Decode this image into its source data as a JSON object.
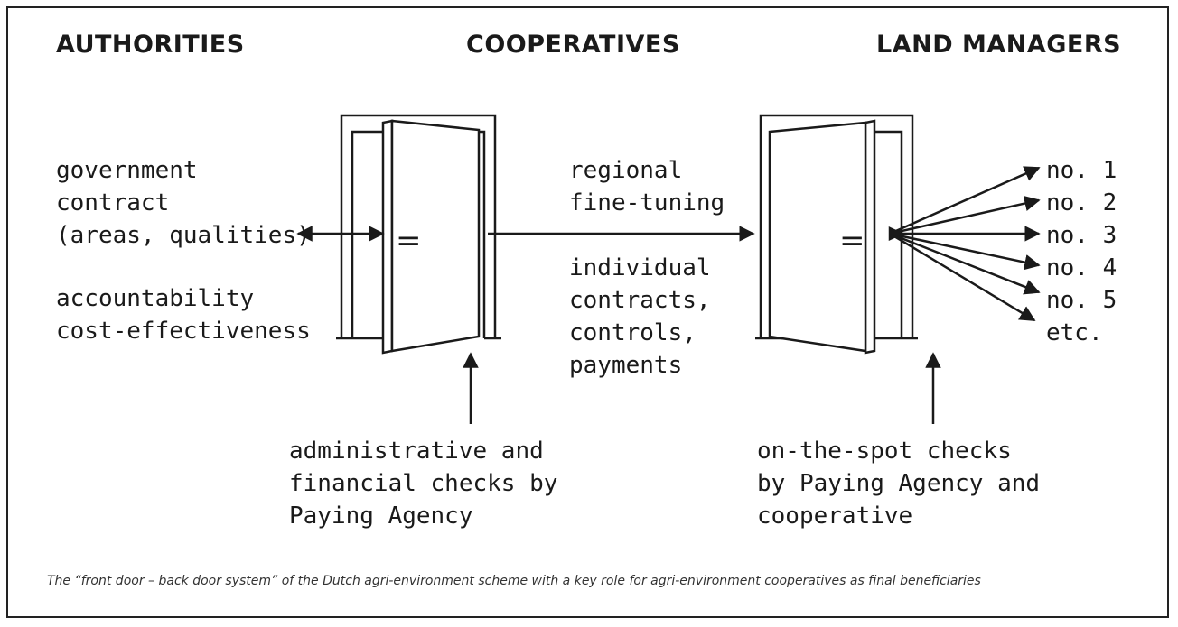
{
  "headers": {
    "authorities": "AUTHORITIES",
    "cooperatives": "COOPERATIVES",
    "land_managers": "LAND MANAGERS"
  },
  "left_block": {
    "contract_lines": [
      "government",
      "contract",
      "(areas, qualities)"
    ],
    "account_lines": [
      "accountability",
      "cost-effectiveness"
    ]
  },
  "middle_block": {
    "tuning_lines": [
      "regional",
      "fine-tuning"
    ],
    "contract_lines": [
      "individual",
      "contracts,",
      "controls,",
      "payments"
    ]
  },
  "beneficiaries": [
    "no. 1",
    "no. 2",
    "no. 3",
    "no. 4",
    "no. 5",
    "etc."
  ],
  "checks": {
    "front": [
      "administrative and",
      "financial checks by",
      "Paying Agency"
    ],
    "back": [
      "on-the-spot checks",
      "by Paying Agency and",
      "cooperative"
    ]
  },
  "door_symbol": "=",
  "caption": "The “front door – back door system” of the Dutch agri-environment scheme with a key role for agri-environment cooperatives as final beneficiaries",
  "colors": {
    "ink": "#1a1a1a",
    "background": "#ffffff"
  }
}
